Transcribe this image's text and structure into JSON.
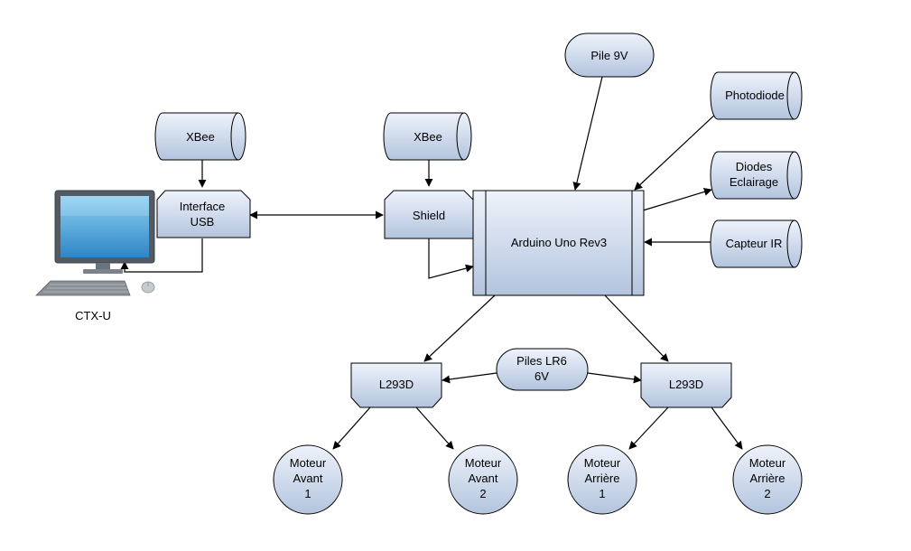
{
  "colors": {
    "node_fill_top": "#eef3fb",
    "node_fill_bottom": "#b3c4de",
    "stroke": "#000000",
    "monitor_frame": "#525a64",
    "monitor_screen_top": "#8ed0f3",
    "monitor_screen_bottom": "#2f86c6"
  },
  "nodes": {
    "pile9v": "Pile 9V",
    "photodiode": "Photodiode",
    "diodes": [
      "Diodes",
      "Eclairage"
    ],
    "capteur_ir": "Capteur IR",
    "xbee_left": "XBee",
    "xbee_mid": "XBee",
    "interface_usb": [
      "Interface",
      "USB"
    ],
    "shield": "Shield",
    "arduino": "Arduino Uno Rev3",
    "ctx_u": "CTX-U",
    "l293d_left": "L293D",
    "l293d_right": "L293D",
    "piles_lr6": [
      "Piles LR6",
      "6V"
    ],
    "moteur_avant_1": [
      "Moteur",
      "Avant",
      "1"
    ],
    "moteur_avant_2": [
      "Moteur",
      "Avant",
      "2"
    ],
    "moteur_arriere_1": [
      "Moteur",
      "Arrière",
      "1"
    ],
    "moteur_arriere_2": [
      "Moteur",
      "Arrière",
      "2"
    ]
  },
  "icons": {
    "computer": "desktop-computer-icon"
  }
}
